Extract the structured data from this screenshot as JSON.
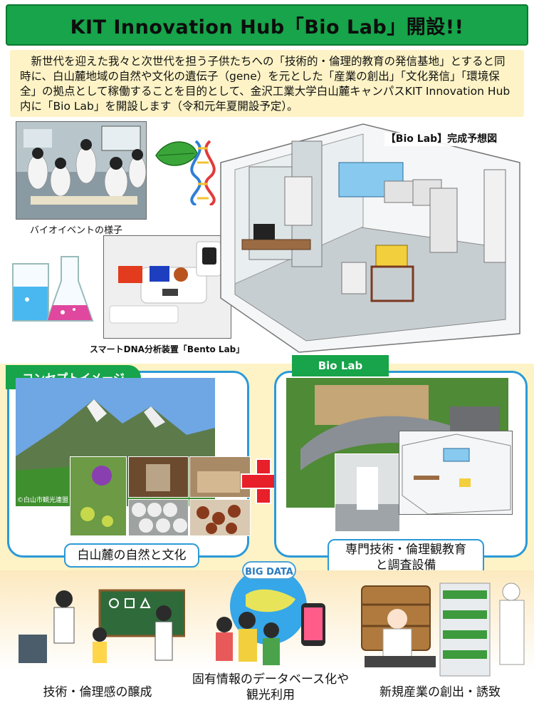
{
  "header": {
    "title": "KIT Innovation Hub「Bio Lab」開設!!"
  },
  "intro": {
    "text": "新世代を迎えた我々と次世代を担う子供たちへの「技術的・倫理的教育の発信基地」とすると同時に、白山麓地域の自然や文化の遺伝子（gene）を元とした「産業の創出」「文化発信」「環境保全」の拠点として稼働することを目的として、金沢工業大学白山麓キャンパスKIT Innovation Hub内に「Bio Lab」を開設します（令和元年夏開設予定）。"
  },
  "photos": {
    "bio_event_caption": "バイオイベントの様子",
    "bento_lab_caption": "スマートDNA分析装置「Bento Lab」",
    "room_label": "【Bio Lab】完成予想図",
    "copyright": "©白山市観光連盟"
  },
  "concept": {
    "tag": "コンセプトイメージ",
    "nature_label": "白山麓の自然と文化"
  },
  "biolab": {
    "tag": "Bio Lab",
    "education_label": "専門技術・倫理観教育と調査設備"
  },
  "bottom": {
    "big_data": "BIG DATA",
    "ethics_label": "技術・倫理感の醸成",
    "database_label": "固有情報のデータベース化や観光利用",
    "industry_label": "新規産業の創出・誘致"
  },
  "colors": {
    "header_green": "#17a44a",
    "intro_cream": "#fdf3c6",
    "frame_blue": "#2b9ad8",
    "plus_red": "#e8202a"
  }
}
